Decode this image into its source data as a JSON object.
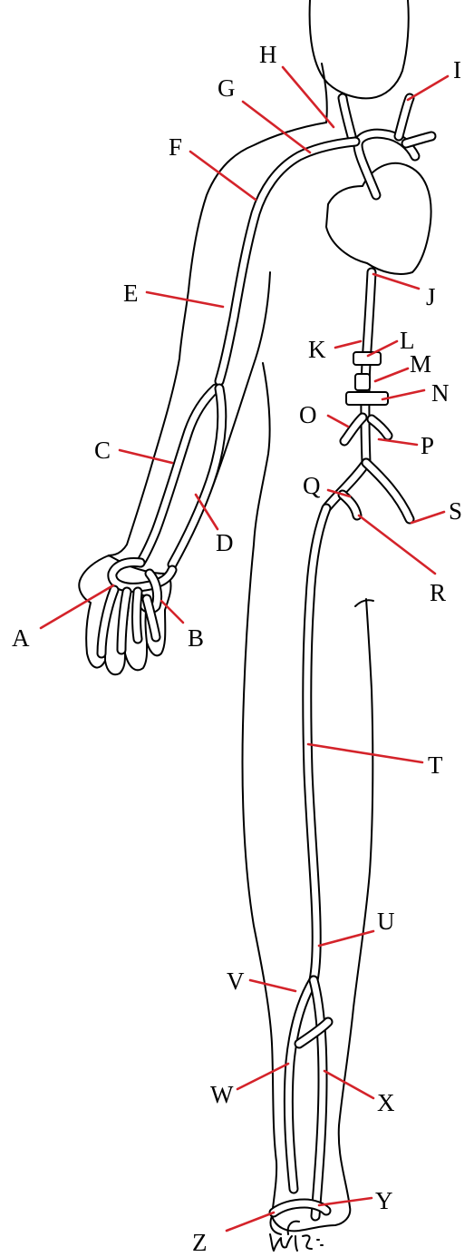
{
  "diagram": {
    "labels": [
      "A",
      "B",
      "C",
      "D",
      "E",
      "F",
      "G",
      "H",
      "I",
      "J",
      "K",
      "L",
      "M",
      "N",
      "O",
      "P",
      "Q",
      "R",
      "S",
      "T",
      "U",
      "V",
      "W",
      "X",
      "Y",
      "Z"
    ],
    "signature": "Luiz",
    "colors": {
      "leader": "#d4232a",
      "outline": "#000000",
      "background": "#ffffff"
    }
  }
}
